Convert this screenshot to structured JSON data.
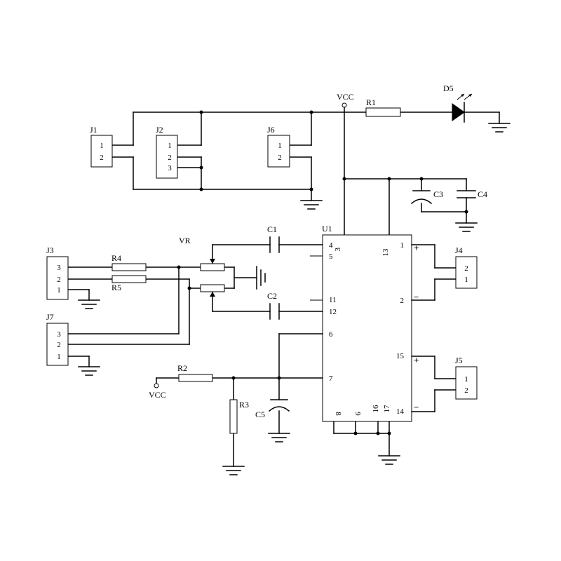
{
  "nodes": {
    "vcc_top": "VCC",
    "vcc_left": "VCC"
  },
  "components": {
    "j1": {
      "ref": "J1",
      "pins": [
        "1",
        "2"
      ]
    },
    "j2": {
      "ref": "J2",
      "pins": [
        "1",
        "2",
        "3"
      ]
    },
    "j6": {
      "ref": "J6",
      "pins": [
        "1",
        "2"
      ]
    },
    "j3": {
      "ref": "J3",
      "pins": [
        "3",
        "2",
        "1"
      ]
    },
    "j7": {
      "ref": "J7",
      "pins": [
        "3",
        "2",
        "1"
      ]
    },
    "j4": {
      "ref": "J4",
      "pins": [
        "2",
        "1"
      ]
    },
    "j5": {
      "ref": "J5",
      "pins": [
        "1",
        "2"
      ]
    },
    "r1": "R1",
    "r2": "R2",
    "r3": "R3",
    "r4": "R4",
    "r5": "R5",
    "c1": "C1",
    "c2": "C2",
    "c3": "C3",
    "c4": "C4",
    "c5": "C5",
    "d5": "D5",
    "vr": "VR",
    "u1": {
      "ref": "U1",
      "pins_top": [
        "3",
        "13"
      ],
      "pins_left": [
        "4",
        "5",
        "11",
        "12",
        "6",
        "7"
      ],
      "pins_right": [
        "1",
        "2",
        "15",
        "14"
      ],
      "pins_bottom": [
        "8",
        "9",
        "16",
        "17"
      ],
      "polarity": {
        "pos": "+",
        "neg": "−"
      }
    }
  }
}
